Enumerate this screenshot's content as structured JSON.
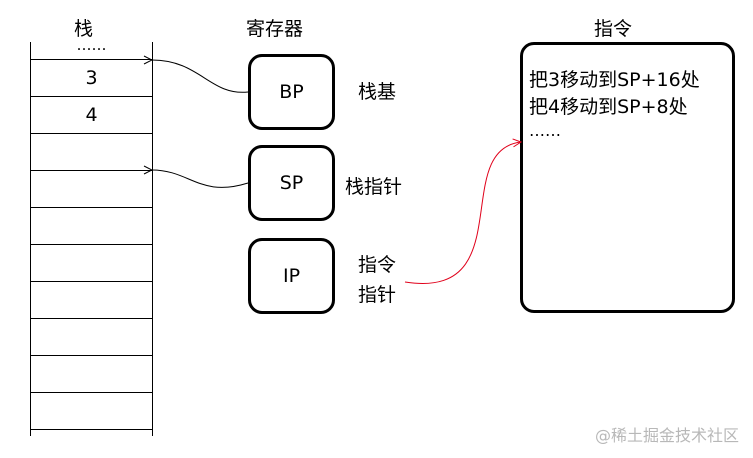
{
  "stack": {
    "title": "栈",
    "rows": [
      "……",
      "3",
      "4",
      "",
      "",
      "",
      "",
      "",
      "",
      "",
      ""
    ]
  },
  "registers": {
    "title": "寄存器",
    "bp": {
      "name": "BP",
      "desc": "栈基"
    },
    "sp": {
      "name": "SP",
      "desc": "栈指针"
    },
    "ip": {
      "name": "IP",
      "desc_line1": "指令",
      "desc_line2": "指针"
    }
  },
  "instructions": {
    "title": "指令",
    "lines": [
      "把3移动到SP+16处",
      "把4移动到SP+8处",
      "……"
    ]
  },
  "watermark": "@稀土掘金技术社区",
  "colors": {
    "ip_arrow": "#e0001a",
    "arrow": "#000000"
  }
}
